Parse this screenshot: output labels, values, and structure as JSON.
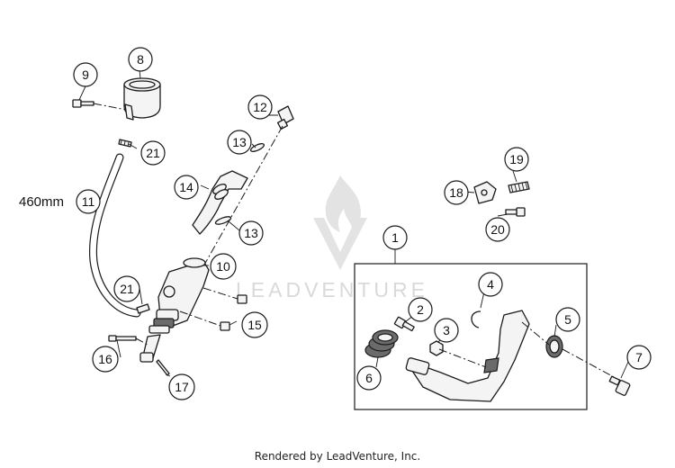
{
  "watermark": {
    "text": "LEADVENTURE"
  },
  "hose_length_label": "460mm",
  "callouts": [
    {
      "number": "1"
    },
    {
      "number": "2"
    },
    {
      "number": "3"
    },
    {
      "number": "4"
    },
    {
      "number": "5"
    },
    {
      "number": "6"
    },
    {
      "number": "7"
    },
    {
      "number": "8"
    },
    {
      "number": "9"
    },
    {
      "number": "10"
    },
    {
      "number": "11"
    },
    {
      "number": "12"
    },
    {
      "number": "13"
    },
    {
      "number": "13"
    },
    {
      "number": "14"
    },
    {
      "number": "15"
    },
    {
      "number": "16"
    },
    {
      "number": "17"
    },
    {
      "number": "18"
    },
    {
      "number": "19"
    },
    {
      "number": "20"
    },
    {
      "number": "21"
    },
    {
      "number": "21"
    }
  ],
  "footer": {
    "text": "Rendered by LeadVenture, Inc."
  }
}
